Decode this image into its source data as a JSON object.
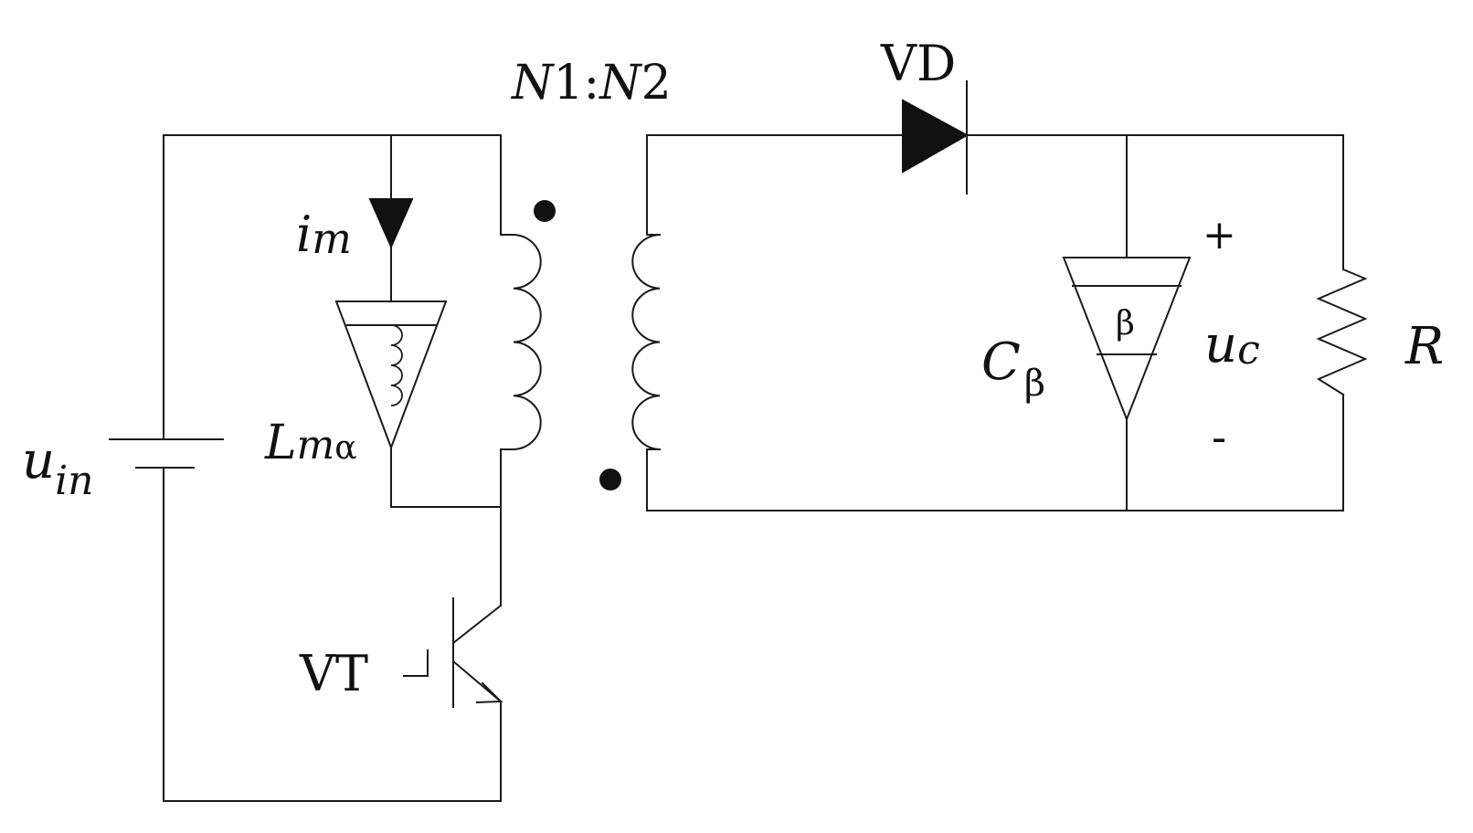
{
  "labels": {
    "turns_ratio": {
      "n1": "N",
      "one": "1",
      "colon": ":",
      "n2": "N",
      "two": "2"
    },
    "diode": "VD",
    "current": {
      "main": "i",
      "sub": "m"
    },
    "inductor": {
      "main": "L",
      "m": "m",
      "alpha": "α"
    },
    "input_voltage": {
      "main": "u",
      "sub": "in"
    },
    "transistor": "VT",
    "capacitor": {
      "main": "C",
      "sub": "β"
    },
    "capacitor_inner": "β",
    "output_voltage": {
      "main": "u",
      "sub": "c"
    },
    "plus": "+",
    "minus": "-",
    "resistor": "R"
  },
  "colors": {
    "line": "#1a1a1a",
    "background": "#ffffff"
  }
}
